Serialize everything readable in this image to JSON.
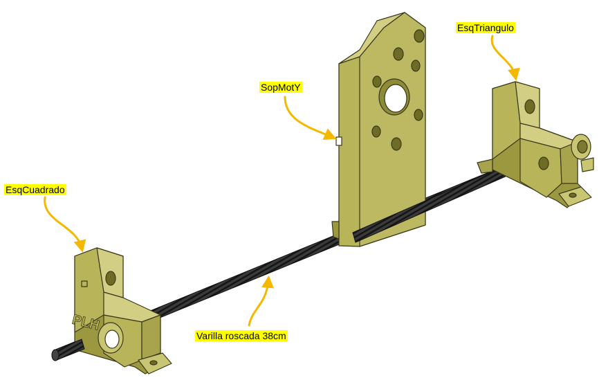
{
  "labels": {
    "esq_triangulo": "EsqTriangulo",
    "sop_mot_y": "SopMotY",
    "esq_cuadrado": "EsqCuadrado",
    "varilla": "Varilla roscada 38cm"
  },
  "embossed_text": "PLH",
  "colors": {
    "part_face": "#b8b45a",
    "part_side": "#9c9840",
    "part_top": "#d2cf85",
    "part_edge": "#3a3818",
    "rod": "#2a2a2a",
    "arrow": "#f5b800",
    "highlight": "#ffff00"
  }
}
